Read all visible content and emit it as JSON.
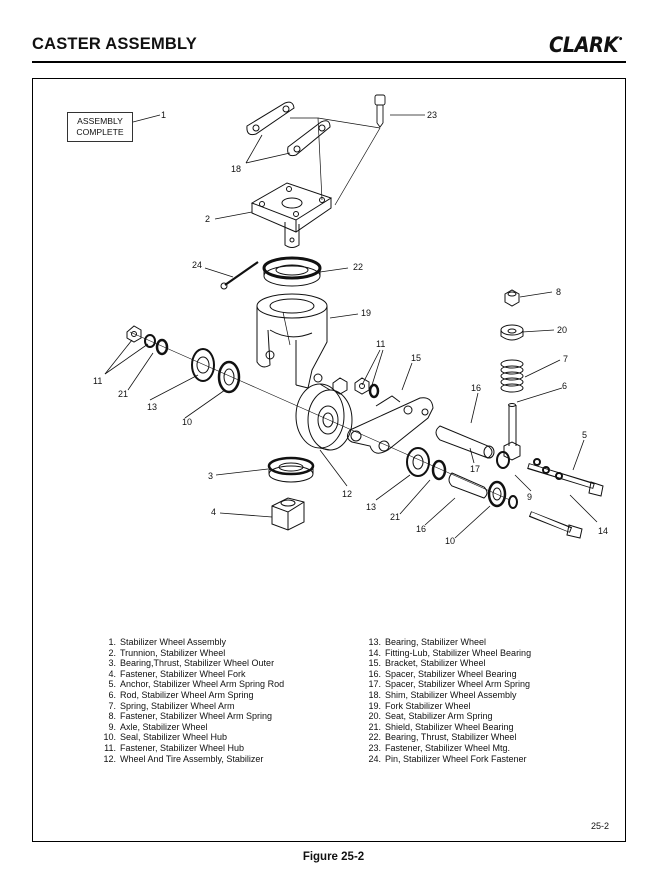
{
  "header": {
    "title": "CASTER ASSEMBLY",
    "brand": "CLARK",
    "brand_mark": "•"
  },
  "assembly_box": {
    "line1": "ASSEMBLY",
    "line2": "COMPLETE"
  },
  "callouts": [
    "1",
    "23",
    "18",
    "2",
    "24",
    "22",
    "19",
    "8",
    "20",
    "7",
    "11",
    "15",
    "6",
    "16",
    "5",
    "21",
    "13",
    "10",
    "3",
    "12",
    "17",
    "9",
    "14",
    "4",
    "13",
    "21",
    "16",
    "10"
  ],
  "legend_left": [
    {
      "num": "1.",
      "text": "Stabilizer Wheel Assembly"
    },
    {
      "num": "2.",
      "text": "Trunnion, Stabilizer Wheel"
    },
    {
      "num": "3.",
      "text": "Bearing,Thrust, Stabilizer Wheel Outer"
    },
    {
      "num": "4.",
      "text": "Fastener, Stabilizer Wheel Fork"
    },
    {
      "num": "5.",
      "text": "Anchor, Stabilizer Wheel Arm Spring Rod"
    },
    {
      "num": "6.",
      "text": "Rod, Stabilizer Wheel Arm Spring"
    },
    {
      "num": "7.",
      "text": "Spring, Stabilizer Wheel Arm"
    },
    {
      "num": "8.",
      "text": "Fastener, Stabilizer Wheel Arm Spring"
    },
    {
      "num": "9.",
      "text": "Axle, Stabilizer Wheel"
    },
    {
      "num": "10.",
      "text": "Seal, Stabilizer Wheel Hub"
    },
    {
      "num": "11.",
      "text": "Fastener, Stabilizer Wheel Hub"
    },
    {
      "num": "12.",
      "text": "Wheel And Tire Assembly, Stabilizer"
    }
  ],
  "legend_right": [
    {
      "num": "13.",
      "text": "Bearing, Stabilizer Wheel"
    },
    {
      "num": "14.",
      "text": "Fitting-Lub, Stabilizer Wheel Bearing"
    },
    {
      "num": "15.",
      "text": "Bracket, Stabilizer Wheel"
    },
    {
      "num": "16.",
      "text": "Spacer, Stabilizer Wheel Bearing"
    },
    {
      "num": "17.",
      "text": "Spacer, Stabilizer Wheel Arm Spring"
    },
    {
      "num": "18.",
      "text": "Shim, Stabilizer Wheel Assembly"
    },
    {
      "num": "19.",
      "text": "Fork Stabilizer Wheel"
    },
    {
      "num": "20.",
      "text": "Seat, Stabilizer Arm Spring"
    },
    {
      "num": "21.",
      "text": "Shield, Stabilizer Wheel Bearing"
    },
    {
      "num": "22.",
      "text": "Bearing, Thrust, Stabilizer Wheel"
    },
    {
      "num": "23.",
      "text": "Fastener, Stabilizer Wheel Mtg."
    },
    {
      "num": "24.",
      "text": "Pin, Stabilizer Wheel Fork Fastener"
    }
  ],
  "page_number": "25-2",
  "caption": "Figure 25-2"
}
